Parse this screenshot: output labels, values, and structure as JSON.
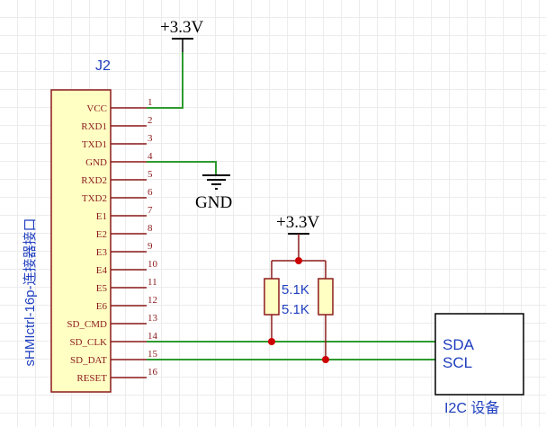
{
  "power_top": {
    "label": "+3.3V"
  },
  "power_mid": {
    "label": "+3.3V"
  },
  "ground": {
    "label": "GND"
  },
  "connector": {
    "designator": "J2",
    "name": "sHMIctrl-16p-连接器接口",
    "pins": [
      {
        "number": "1",
        "name": "VCC"
      },
      {
        "number": "2",
        "name": "RXD1"
      },
      {
        "number": "3",
        "name": "TXD1"
      },
      {
        "number": "4",
        "name": "GND"
      },
      {
        "number": "5",
        "name": "RXD2"
      },
      {
        "number": "6",
        "name": "TXD2"
      },
      {
        "number": "7",
        "name": "E1"
      },
      {
        "number": "8",
        "name": "E2"
      },
      {
        "number": "9",
        "name": "E3"
      },
      {
        "number": "10",
        "name": "E4"
      },
      {
        "number": "11",
        "name": "E5"
      },
      {
        "number": "12",
        "name": "E6"
      },
      {
        "number": "13",
        "name": "SD_CMD"
      },
      {
        "number": "14",
        "name": "SD_CLK"
      },
      {
        "number": "15",
        "name": "SD_DAT"
      },
      {
        "number": "16",
        "name": "RESET"
      }
    ]
  },
  "resistors": [
    {
      "value": "5.1K"
    },
    {
      "value": "5.1K"
    }
  ],
  "i2c_device": {
    "label": "I2C 设备",
    "pins": [
      "SDA",
      "SCL"
    ]
  },
  "colors": {
    "wire": "#2e9a2e",
    "junction": "#cc0000",
    "component_outline": "#8b1a1a",
    "component_fill": "#ffffc4",
    "connector_text": "#8b1a1a",
    "blue_text": "#1f3fbf",
    "black": "#000000"
  }
}
